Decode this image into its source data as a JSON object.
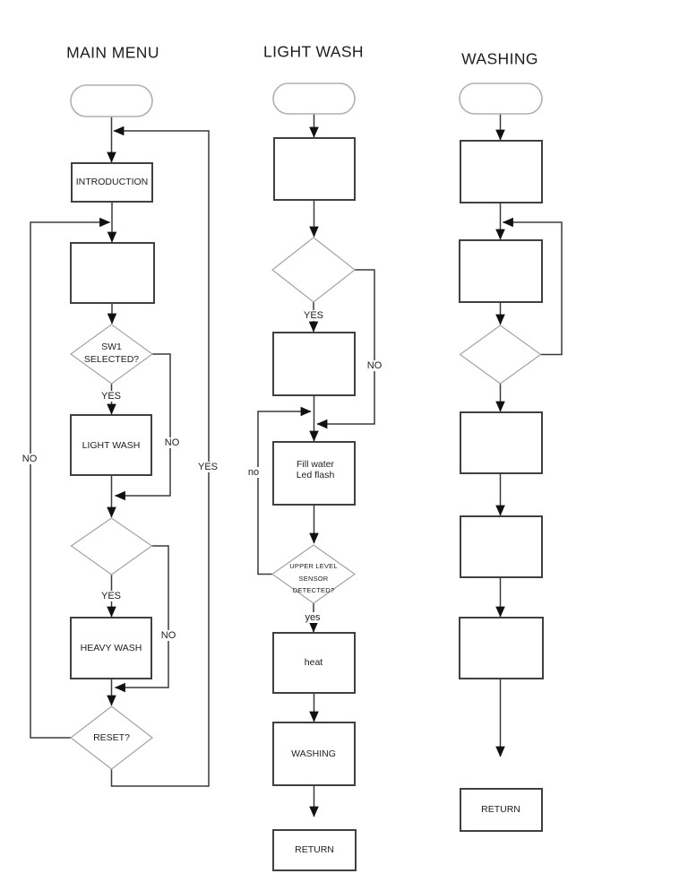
{
  "page": {
    "background_color": "#ffffff"
  },
  "palette": {
    "connector_color": "#3a3a3a",
    "process_border_color": "#404040",
    "terminator_border_color": "#b0b0b0",
    "decision_border_color": "#a3a3a3",
    "arrowhead_color": "#111111",
    "text_color": "#1d1d1d"
  },
  "flowcharts": {
    "main_menu": {
      "title": "MAIN MENU",
      "labels": {
        "introduction": "INTRODUCTION",
        "sw1_decision": "SW1\nSELECTED?",
        "sw1_yes": "YES",
        "sw1_no": "NO",
        "light_wash": "LIGHT WASH",
        "decision2_yes": "YES",
        "decision2_no": "NO",
        "heavy_wash": "HEAVY WASH",
        "reset_decision": "RESET?",
        "reset_no": "NO",
        "reset_yes": "YES"
      }
    },
    "light_wash": {
      "title": "LIGHT WASH",
      "labels": {
        "decision1_yes": "YES",
        "decision1_no": "NO",
        "fill_water": "Fill water\nLed flash",
        "sensor_decision": "UPPER LEVEL\nSENSOR\nDETECTED?",
        "sensor_no": "no",
        "sensor_yes": "yes",
        "heat": "heat",
        "washing": "WASHING",
        "return": "RETURN"
      }
    },
    "washing": {
      "title": "WASHING",
      "labels": {
        "return": "RETURN"
      }
    }
  }
}
